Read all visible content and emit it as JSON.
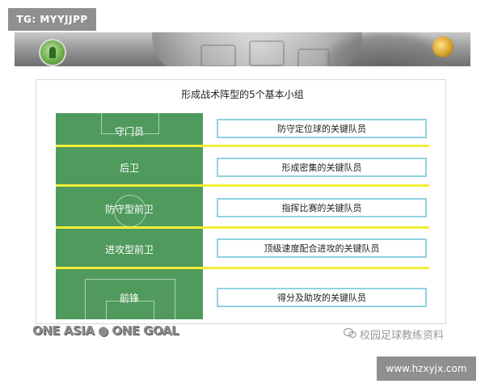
{
  "badge_top": "TG: MYYJJPP",
  "slide_title": "形成战术阵型的5个基本小组",
  "positions": [
    "守门员",
    "后卫",
    "防守型前卫",
    "进攻型前卫",
    "前锋"
  ],
  "roles": [
    "防守定位球的关键队员",
    "形成密集的关键队员",
    "指挥比赛的关键队员",
    "顶级速度配合进攻的关键队员",
    "得分及助攻的关键队员"
  ],
  "slogan": "ONE ASIA ● ONE GOAL",
  "watermark": "校园足球教练资料",
  "url_badge": "www.hzxyjx.com",
  "colors": {
    "field_green": "#4f9a5c",
    "divider_yellow": "#f2ee3a",
    "box_border": "#8fd3e0",
    "badge_gray": "#8f8f8f"
  }
}
